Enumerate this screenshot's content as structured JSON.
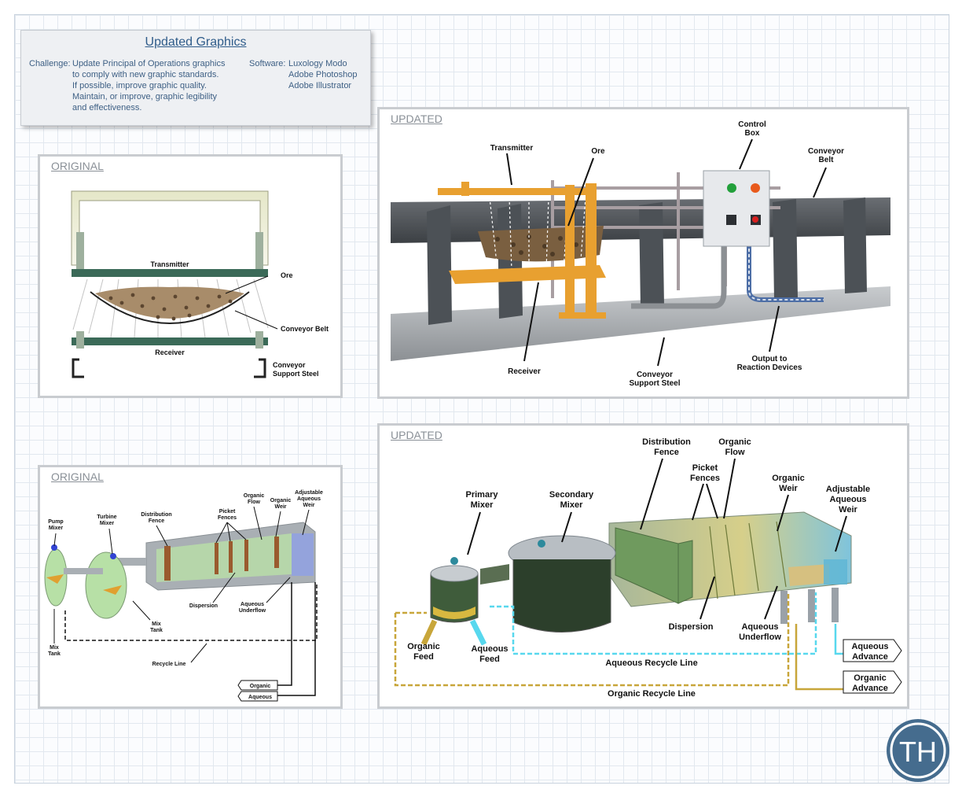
{
  "header": {
    "title": "Updated Graphics",
    "challenge_label": "Challenge:",
    "challenge_lines": [
      "Update Principal of Operations graphics",
      "to comply with new graphic standards.",
      "If possible, improve graphic quality.",
      "Maintain, or improve, graphic legibility",
      "and effectiveness."
    ],
    "software_label": "Software:",
    "software_items": [
      "Luxology Modo",
      "Adobe Photoshop",
      "Adobe Illustrator"
    ]
  },
  "panels": {
    "original_label": "ORIGINAL",
    "updated_label": "UPDATED"
  },
  "conveyor_original": {
    "transmitter": "Transmitter",
    "ore": "Ore",
    "conveyor_belt": "Conveyor Belt",
    "receiver": "Receiver",
    "support_steel_1": "Conveyor",
    "support_steel_2": "Support Steel"
  },
  "conveyor_updated": {
    "transmitter": "Transmitter",
    "ore": "Ore",
    "control_box_1": "Control",
    "control_box_2": "Box",
    "conveyor_belt_1": "Conveyor",
    "conveyor_belt_2": "Belt",
    "receiver": "Receiver",
    "support_steel_1": "Conveyor",
    "support_steel_2": "Support Steel",
    "output_1": "Output to",
    "output_2": "Reaction Devices"
  },
  "settler_original": {
    "pump_mixer_1": "Pump",
    "pump_mixer_2": "Mixer",
    "turbine_mixer_1": "Turbine",
    "turbine_mixer_2": "Mixer",
    "distribution_fence_1": "Distribution",
    "distribution_fence_2": "Fence",
    "picket_fences_1": "Picket",
    "picket_fences_2": "Fences",
    "organic_flow_1": "Organic",
    "organic_flow_2": "Flow",
    "organic_weir_1": "Organic",
    "organic_weir_2": "Weir",
    "adjustable_1": "Adjustable",
    "adjustable_2": "Aqueous",
    "adjustable_3": "Weir",
    "dispersion": "Dispersion",
    "aqueous_underflow_1": "Aqueous",
    "aqueous_underflow_2": "Underflow",
    "mix_tank_a_1": "Mix",
    "mix_tank_a_2": "Tank",
    "mix_tank_b_1": "Mix",
    "mix_tank_b_2": "Tank",
    "recycle_line": "Recycle Line",
    "organic": "Organic",
    "aqueous": "Aqueous"
  },
  "settler_updated": {
    "primary_mixer_1": "Primary",
    "primary_mixer_2": "Mixer",
    "secondary_mixer_1": "Secondary",
    "secondary_mixer_2": "Mixer",
    "distribution_fence_1": "Distribution",
    "distribution_fence_2": "Fence",
    "picket_fences_1": "Picket",
    "picket_fences_2": "Fences",
    "organic_flow_1": "Organic",
    "organic_flow_2": "Flow",
    "organic_weir_1": "Organic",
    "organic_weir_2": "Weir",
    "adjustable_1": "Adjustable",
    "adjustable_2": "Aqueous",
    "adjustable_3": "Weir",
    "dispersion": "Dispersion",
    "aqueous_underflow_1": "Aqueous",
    "aqueous_underflow_2": "Underflow",
    "organic_feed_1": "Organic",
    "organic_feed_2": "Feed",
    "aqueous_feed_1": "Aqueous",
    "aqueous_feed_2": "Feed",
    "aqueous_recycle_line": "Aqueous Recycle Line",
    "organic_recycle_line": "Organic Recycle Line",
    "aqueous_advance_1": "Aqueous",
    "aqueous_advance_2": "Advance",
    "organic_advance_1": "Organic",
    "organic_advance_2": "Advance"
  },
  "colors": {
    "accent_blue": "#2f5c8a",
    "organic_line": "#c8a63a",
    "aqueous_line": "#58d8ee",
    "receiver_orange": "#e8a030",
    "logo": "#456c8e"
  },
  "logo": {
    "icon": "th-monogram-logo",
    "text": "TH"
  }
}
